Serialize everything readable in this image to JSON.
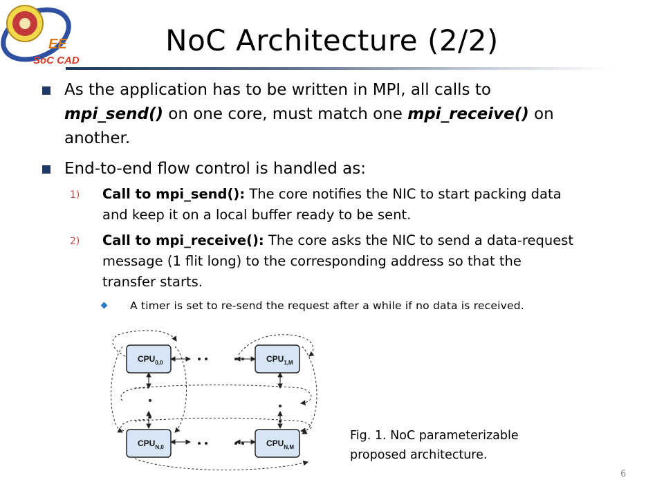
{
  "logo": {
    "line1": "EE",
    "line2": "SoC CAD"
  },
  "title": "NoC Architecture (2/2)",
  "bullets": {
    "b1": {
      "part1": "As the application has to be written in MPI, all calls to",
      "fn_send": "mpi_send()",
      "part2": " on one core, must match one ",
      "fn_receive": "mpi_receive()",
      "part3": " on",
      "part4": "another."
    },
    "b2": {
      "text": "End-to-end flow control is handled as:"
    },
    "sub1": {
      "num": "1)",
      "label": "Call to mpi_send():",
      "line1": " The core notifies the NIC to start packing data",
      "line2": "and keep it on a local buffer ready to be sent."
    },
    "sub2": {
      "num": "2)",
      "label": "Call to mpi_receive():",
      "line1": " The core asks the NIC to send a data-request",
      "line2": "message (1 flit long) to the corresponding address so that the",
      "line3": "transfer starts."
    },
    "sub2a": {
      "text": "A timer is set to re-send the request after a while if no data is received."
    }
  },
  "diagram": {
    "cpus": [
      {
        "base": "CPU",
        "sub": "0,0"
      },
      {
        "base": "CPU",
        "sub": "1,M"
      },
      {
        "base": "CPU",
        "sub": "N,0"
      },
      {
        "base": "CPU",
        "sub": "N,M"
      }
    ],
    "colors": {
      "node_fill": "#d6e6f5",
      "node_stroke": "#222222"
    }
  },
  "caption": {
    "line1": "Fig. 1. NoC parameterizable",
    "line2": "proposed architecture."
  },
  "page_number": "6"
}
